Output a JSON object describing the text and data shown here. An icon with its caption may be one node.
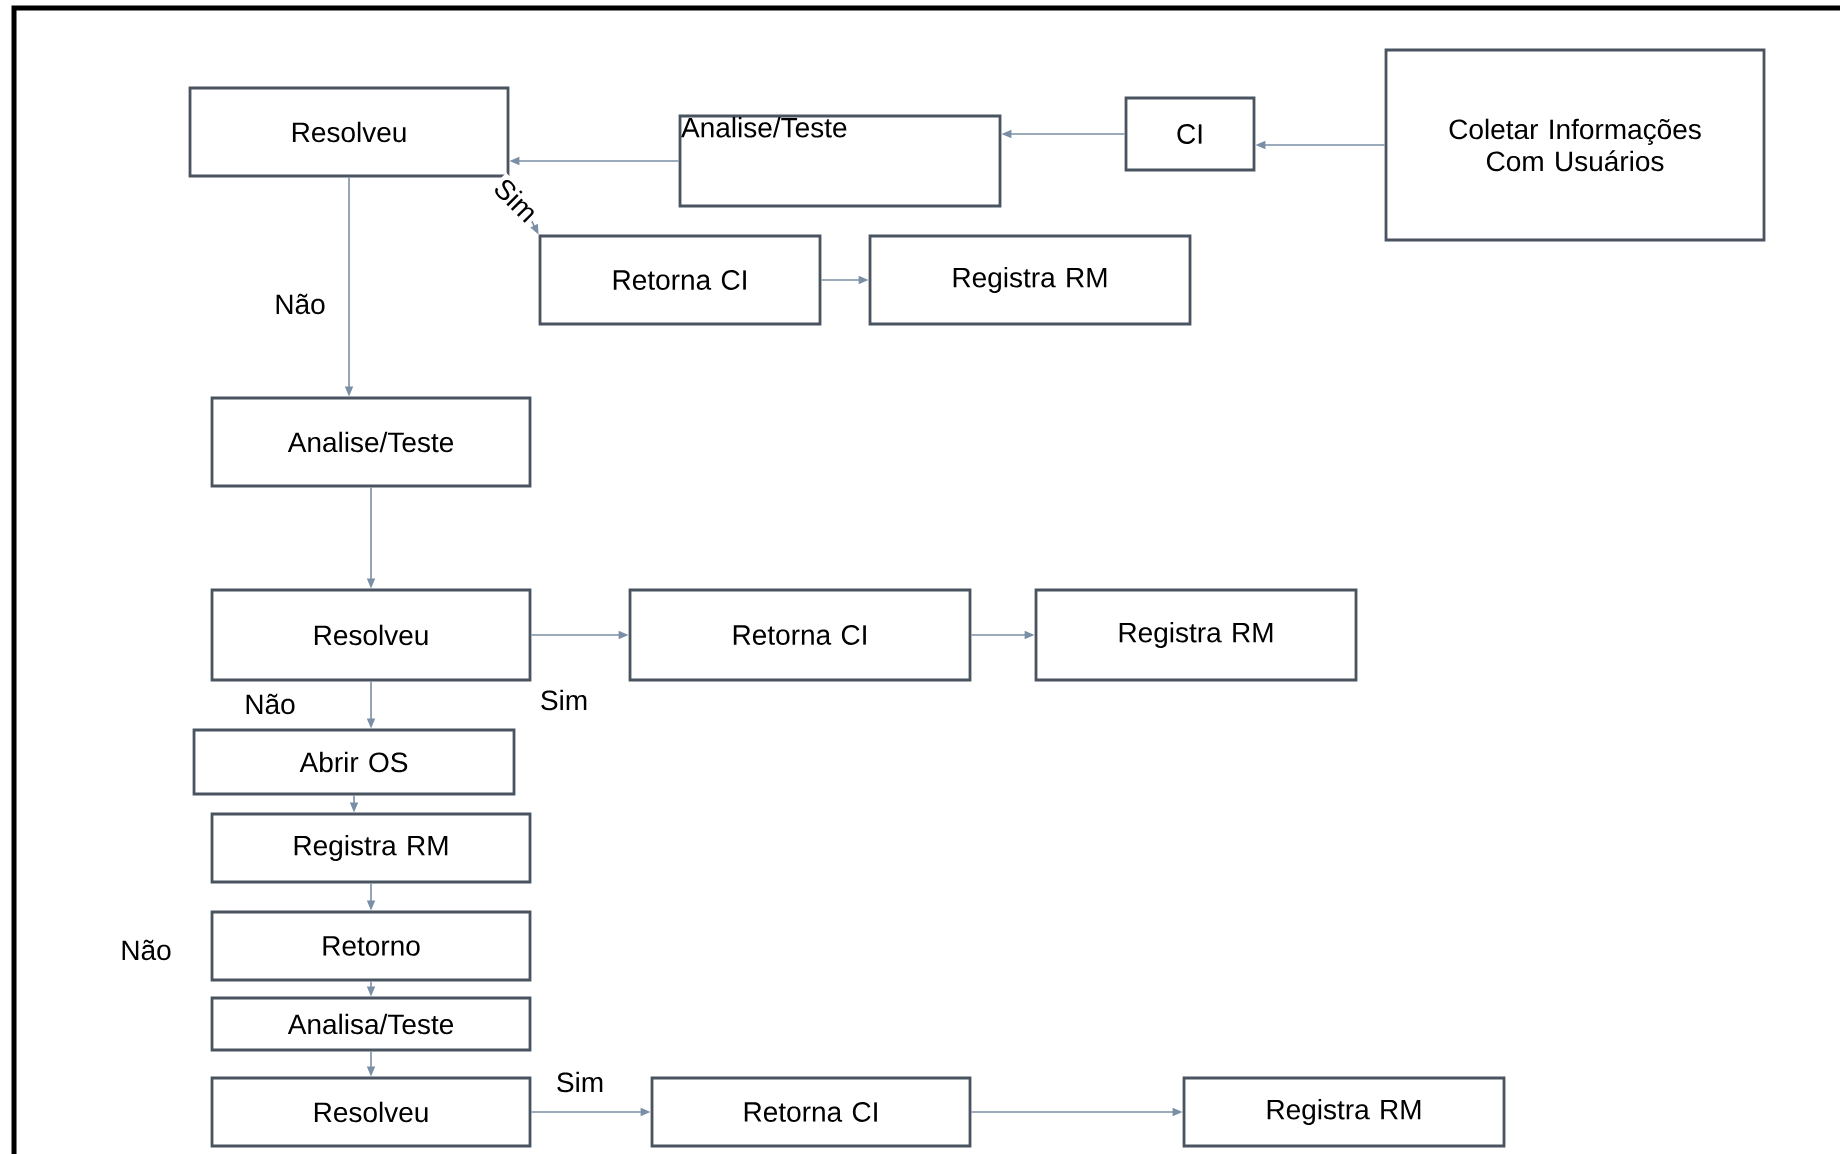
{
  "diagram": {
    "nodes": [
      {
        "text": [
          "Coletar Informações Com Usuários"
        ]
      },
      {
        "text": [
          "CI"
        ]
      },
      {
        "text": [
          "Analise/Teste"
        ]
      },
      {
        "text": [
          "Resolveu"
        ]
      },
      {
        "text": [
          "Retorna CI"
        ]
      },
      {
        "text": [
          "Registra RM"
        ]
      },
      {
        "text": [
          "Analise/Teste"
        ]
      },
      {
        "text": [
          "Resolveu"
        ]
      },
      {
        "text": [
          "Retorna CI"
        ]
      },
      {
        "text": [
          "Registra RM"
        ]
      },
      {
        "text": [
          "Abrir OS"
        ]
      },
      {
        "text": [
          "Registra RM"
        ]
      },
      {
        "text": [
          "Retorno"
        ]
      },
      {
        "text": [
          "Analisa/Teste"
        ]
      },
      {
        "text": [
          "Resolveu"
        ]
      },
      {
        "text": [
          "Retorna CI"
        ]
      },
      {
        "text": [
          "Registra RM"
        ]
      }
    ],
    "edges": [
      {
        "from": 0,
        "to": 1,
        "arrow": "to"
      },
      {
        "from": 1,
        "to": 2,
        "arrow": "to"
      },
      {
        "from": 2,
        "to": 3,
        "arrow": "to"
      },
      {
        "from": 3,
        "to": 4,
        "arrow": "to",
        "label": "Sim"
      },
      {
        "from": 4,
        "to": 5,
        "arrow": "to"
      },
      {
        "from": 3,
        "to": 6,
        "arrow": "to",
        "label": "Não"
      },
      {
        "from": 6,
        "to": 7,
        "arrow": "to"
      },
      {
        "from": 7,
        "to": 8,
        "arrow": "to",
        "label": "Sim"
      },
      {
        "from": 8,
        "to": 9,
        "arrow": "to"
      },
      {
        "from": 7,
        "to": 10,
        "arrow": "to",
        "label": "Não"
      },
      {
        "from": 10,
        "to": 11,
        "arrow": "to"
      },
      {
        "from": 11,
        "to": 12,
        "arrow": "to"
      },
      {
        "from": 12,
        "to": 13,
        "arrow": "to"
      },
      {
        "from": 13,
        "to": 14,
        "arrow": "to"
      },
      {
        "from": 14,
        "to": 15,
        "arrow": "to",
        "label": "Sim"
      },
      {
        "from": 15,
        "to": 16,
        "arrow": "to"
      }
    ],
    "labels": [
      "Não"
    ]
  }
}
